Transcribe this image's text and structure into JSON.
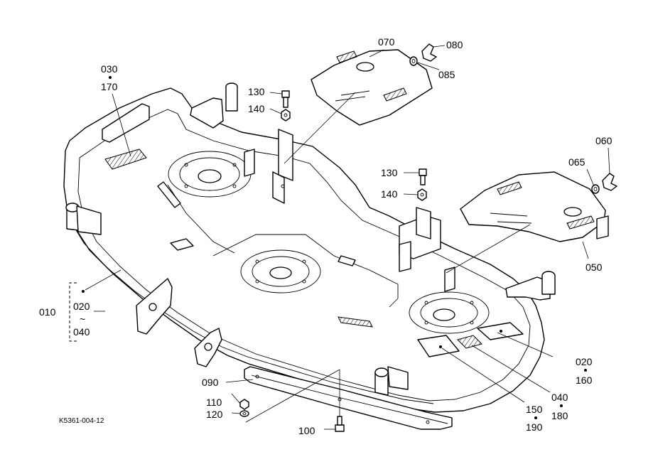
{
  "figure_code": "K5361-004-12",
  "callouts": {
    "p010": "010",
    "p020a": "020",
    "p040a": "040",
    "tilde": "~",
    "p020b": "020",
    "p160": "160",
    "p030": "030",
    "p170": "170",
    "p040b": "040",
    "p180": "180",
    "p050": "050",
    "p060": "060",
    "p065": "065",
    "p070": "070",
    "p080": "080",
    "p085": "085",
    "p090": "090",
    "p100": "100",
    "p110": "110",
    "p120": "120",
    "p130a": "130",
    "p140a": "140",
    "p130b": "130",
    "p140b": "140",
    "p150": "150",
    "p190": "190"
  }
}
